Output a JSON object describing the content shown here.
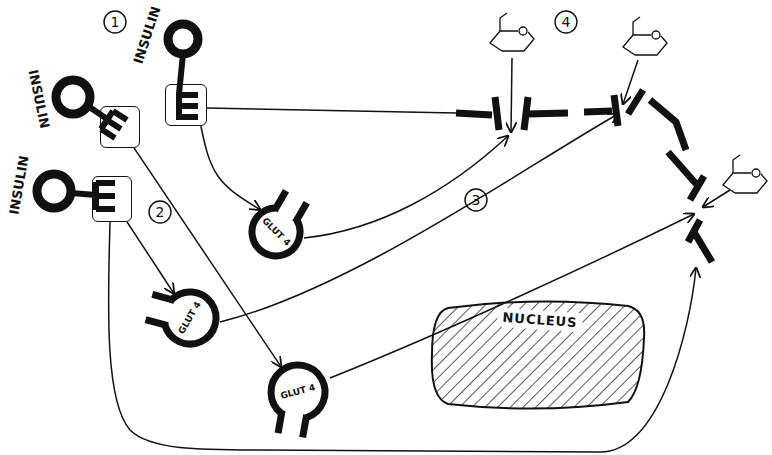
{
  "diagram": {
    "nodes": [
      {
        "text": [
          "INSULIN"
        ]
      },
      {
        "text": [
          "INSULIN"
        ]
      },
      {
        "text": [
          "INSULIN"
        ]
      },
      {
        "text": [
          "GLUT 4"
        ]
      },
      {
        "text": [
          "GLUT 4"
        ]
      },
      {
        "text": [
          "GLUT 4"
        ]
      },
      {
        "text": [
          "NUCLEUS"
        ]
      }
    ],
    "edges": [
      {
        "from": 0,
        "to": 3,
        "arrow": "to"
      },
      {
        "from": 1,
        "to": 5,
        "arrow": "to"
      },
      {
        "from": 2,
        "to": 4,
        "arrow": "to"
      }
    ],
    "labels": [
      "1",
      "2",
      "3",
      "4"
    ]
  }
}
